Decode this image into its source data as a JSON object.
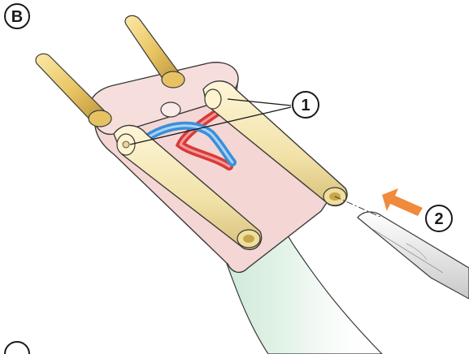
{
  "figure": {
    "panel_label": "B",
    "callouts": [
      {
        "id": "pin-sleeves",
        "text": "1"
      },
      {
        "id": "push-direction",
        "text": "2"
      }
    ],
    "colors": {
      "pin_brass": "#f0d27a",
      "sleeve_cream": "#f8ecc0",
      "insulator_pink": "#f4d6d4",
      "cable_jacket": "#d6ecdc",
      "wire_blue": "#3a8fd8",
      "wire_red": "#d83a3a",
      "arrow_orange": "#f08a3c",
      "tool_gray": "#e8e8e8"
    },
    "icons": [
      "screwdriver-icon",
      "arrow-icon"
    ]
  }
}
